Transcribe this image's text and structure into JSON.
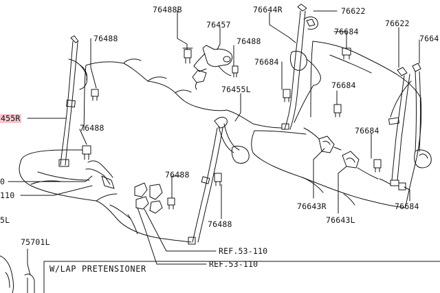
{
  "labels": {
    "p76488b_top": "76488B",
    "p76457": "76457",
    "p76644r": "76644R",
    "p76622_top": "76622",
    "p76488_topleft": "76488",
    "p76488_center": "76488",
    "p76684_a": "76684",
    "p76622_right": "76622",
    "p7664_right": "7664",
    "p455r": "455R",
    "p76684_b": "76684",
    "p76455l": "76455L",
    "p76684_c": "76684",
    "p76488_left": "76488",
    "p76684_d": "76684",
    "p76488_mid": "76488",
    "p0_left": "0",
    "p110_left": "110",
    "p76643r": "76643R",
    "p76684_e": "76684",
    "p5l_left": "5L",
    "p76488_bottom": "76488",
    "p76643l": "76643L",
    "ref1": "REF.53-110",
    "ref2": "REF.53-110",
    "p75701l": "75701L"
  },
  "box": {
    "title": "W/LAP PRETENSIONER"
  },
  "colors": {
    "ink": "#111111",
    "highlight": "#f6c6cf"
  }
}
